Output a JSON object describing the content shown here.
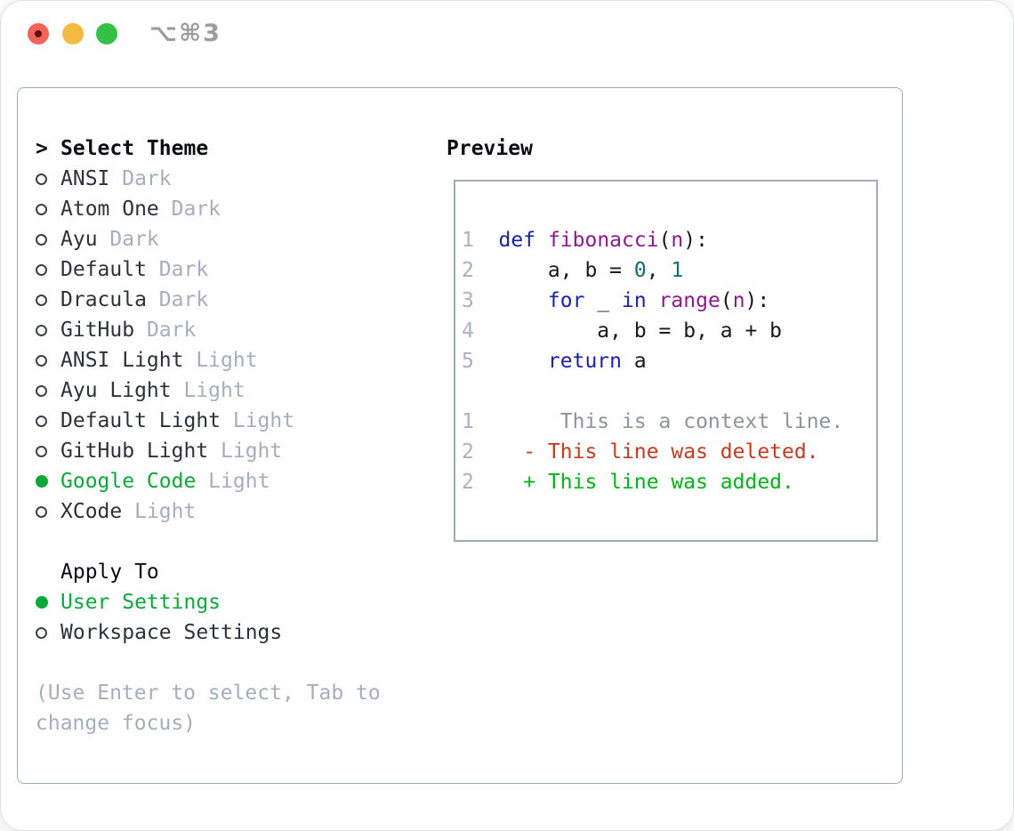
{
  "titlebar": {
    "title": "⌥⌘3"
  },
  "colors": {
    "accent_green": "#0aa83a",
    "muted": "#a6aebc",
    "text": "#2d3238",
    "header_text": "#0b0d10",
    "panel_border": "#a3abb7",
    "radio_ring": "#3d4248",
    "title_text": "#9b9ba2",
    "light_red": "#f26459",
    "light_yellow": "#f4bb43",
    "light_green": "#34c148",
    "red_inner": "#64120c",
    "kw": "#1b1faa",
    "fn": "#8c1a8c",
    "num": "#0e6d6b",
    "plain": "#17191d",
    "ln": "#a9b2c0",
    "ctx": "#8e939b",
    "del": "#c43b22",
    "add": "#00b418"
  },
  "left": {
    "header": {
      "marker": ">",
      "label": "Select Theme"
    },
    "themes": [
      {
        "name": "ANSI",
        "tag": "Dark",
        "selected": false
      },
      {
        "name": "Atom One",
        "tag": "Dark",
        "selected": false
      },
      {
        "name": "Ayu",
        "tag": "Dark",
        "selected": false
      },
      {
        "name": "Default",
        "tag": "Dark",
        "selected": false
      },
      {
        "name": "Dracula",
        "tag": "Dark",
        "selected": false
      },
      {
        "name": "GitHub",
        "tag": "Dark",
        "selected": false
      },
      {
        "name": "ANSI Light",
        "tag": "Light",
        "selected": false
      },
      {
        "name": "Ayu Light",
        "tag": "Light",
        "selected": false
      },
      {
        "name": "Default Light",
        "tag": "Light",
        "selected": false
      },
      {
        "name": "GitHub Light",
        "tag": "Light",
        "selected": false
      },
      {
        "name": "Google Code",
        "tag": "Light",
        "selected": true
      },
      {
        "name": "XCode",
        "tag": "Light",
        "selected": false
      }
    ],
    "apply_to": {
      "label": "Apply To",
      "options": [
        {
          "name": "User Settings",
          "selected": true
        },
        {
          "name": "Workspace Settings",
          "selected": false
        }
      ]
    },
    "help": [
      "(Use Enter to select, Tab to",
      "change focus)"
    ]
  },
  "preview": {
    "title": "Preview",
    "code_lines": [
      {
        "num": "1",
        "tokens": [
          [
            "def",
            "kw"
          ],
          [
            " ",
            "plain"
          ],
          [
            "fibonacci",
            "fn"
          ],
          [
            "(",
            "plain"
          ],
          [
            "n",
            "fn"
          ],
          [
            "):",
            "plain"
          ]
        ]
      },
      {
        "num": "2",
        "tokens": [
          [
            "    a, b = ",
            "plain"
          ],
          [
            "0",
            "num"
          ],
          [
            ", ",
            "plain"
          ],
          [
            "1",
            "num"
          ]
        ]
      },
      {
        "num": "3",
        "tokens": [
          [
            "    ",
            "plain"
          ],
          [
            "for",
            "kw"
          ],
          [
            " _ ",
            "plain"
          ],
          [
            "in",
            "kw"
          ],
          [
            " ",
            "plain"
          ],
          [
            "range",
            "fn"
          ],
          [
            "(",
            "plain"
          ],
          [
            "n",
            "fn"
          ],
          [
            "):",
            "plain"
          ]
        ]
      },
      {
        "num": "4",
        "tokens": [
          [
            "        a, b = b, a + b",
            "plain"
          ]
        ]
      },
      {
        "num": "5",
        "tokens": [
          [
            "    ",
            "plain"
          ],
          [
            "return",
            "kw"
          ],
          [
            " a",
            "plain"
          ]
        ]
      },
      {
        "num": "",
        "tokens": []
      },
      {
        "num": "1",
        "tokens": [
          [
            "     This is a context line.",
            "ctx"
          ]
        ]
      },
      {
        "num": "2",
        "tokens": [
          [
            "  - This line was deleted.",
            "del"
          ]
        ]
      },
      {
        "num": "2",
        "tokens": [
          [
            "  + This line was added.",
            "add"
          ]
        ]
      }
    ]
  }
}
